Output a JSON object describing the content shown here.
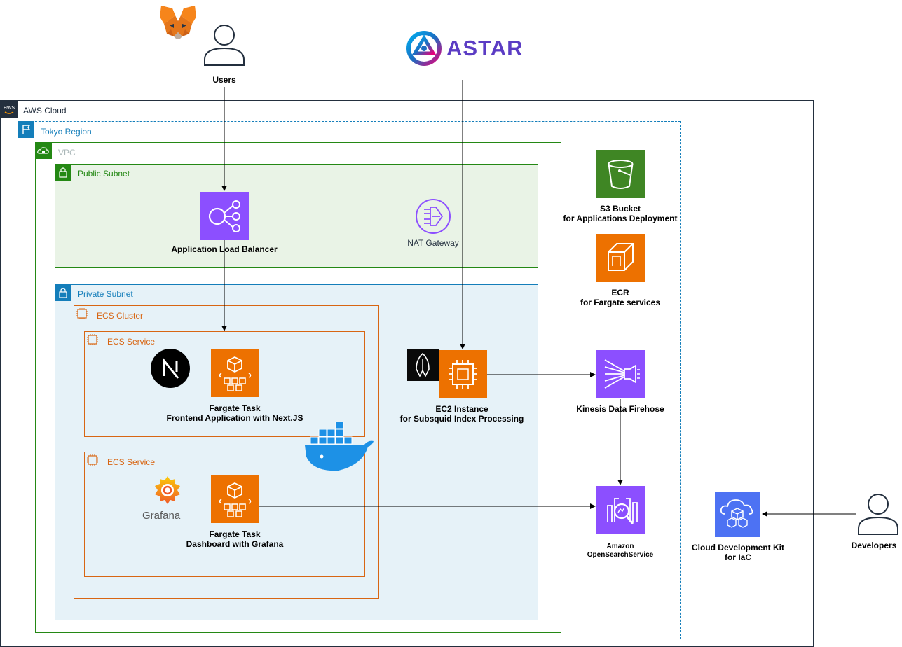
{
  "people": {
    "users": "Users",
    "developers": "Developers"
  },
  "brand": {
    "astar": "ASTAR",
    "grafana": "Grafana"
  },
  "groups": {
    "aws_cloud": "AWS Cloud",
    "region": "Tokyo Region",
    "vpc": "VPC",
    "public_subnet": "Public Subnet",
    "private_subnet": "Private Subnet",
    "ecs_cluster": "ECS Cluster",
    "ecs_service_1": "ECS Service",
    "ecs_service_2": "ECS Service"
  },
  "services": {
    "alb": "Application Load Balancer",
    "nat": "NAT Gateway",
    "s3_title": "S3 Bucket",
    "s3_sub": "for Applications Deployment",
    "ecr_title": "ECR",
    "ecr_sub": "for Fargate services",
    "fargate1_title": "Fargate Task",
    "fargate1_sub": "Frontend Application with Next.JS",
    "fargate2_title": "Fargate Task",
    "fargate2_sub": "Dashboard with Grafana",
    "ec2_title": "EC2 Instance",
    "ec2_sub": "for Subsquid Index Processing",
    "kinesis": "Kinesis Data Firehose",
    "opensearch_title": "Amazon",
    "opensearch_sub": "OpenSearchService",
    "cdk_title": "Cloud Development Kit",
    "cdk_sub": "for IaC"
  },
  "colors": {
    "aws_cloud": "#232F3E",
    "region": "#147EBA",
    "vpc": "#248814",
    "public_subnet": "#248814",
    "public_subnet_bg": "#E9F3E6",
    "private_subnet": "#147EBA",
    "private_subnet_bg": "#E6F2F8",
    "ecs": "#D86613",
    "compute": "#ED7100",
    "networking": "#8C4FFF",
    "storage": "#3F8624",
    "management": "#4D72F3"
  }
}
